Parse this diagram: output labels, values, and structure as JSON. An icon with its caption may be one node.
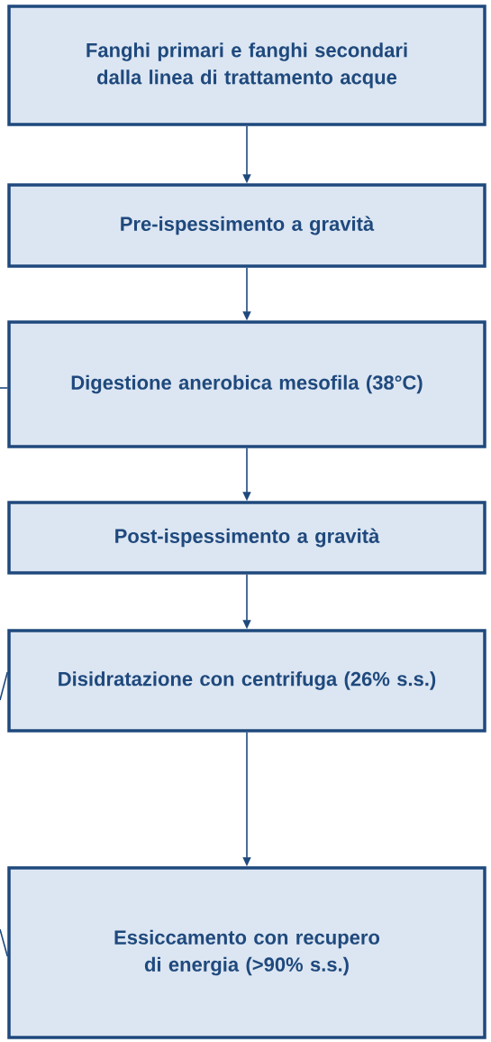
{
  "diagram": {
    "nodes": [
      {
        "text": [
          "Fanghi primari e fanghi secondari dalla linea di trattamento acque"
        ]
      },
      {
        "text": [
          "Pre-ispessimento a gravità"
        ]
      },
      {
        "text": [
          "Digestione anerobica mesofila (38°C)"
        ]
      },
      {
        "text": [
          "Post-ispessimento a gravità"
        ]
      },
      {
        "text": [
          "Disidratazione con centrifuga (26% s.s.)"
        ]
      },
      {
        "text": [
          "Essiccamento con recupero di energia (>90% s.s.)"
        ]
      }
    ],
    "edges": [
      {
        "from": 0,
        "to": 1,
        "arrow": "to"
      },
      {
        "from": 1,
        "to": 2,
        "arrow": "to"
      },
      {
        "from": 2,
        "to": 3,
        "arrow": "to"
      },
      {
        "from": 3,
        "to": 4,
        "arrow": "to"
      },
      {
        "from": 4,
        "to": 5,
        "arrow": "to"
      },
      {
        "from": null,
        "to": 2,
        "arrow": "none"
      },
      {
        "from": null,
        "to": 4,
        "arrow": "none"
      },
      {
        "from": null,
        "to": 5,
        "arrow": "none"
      }
    ]
  }
}
